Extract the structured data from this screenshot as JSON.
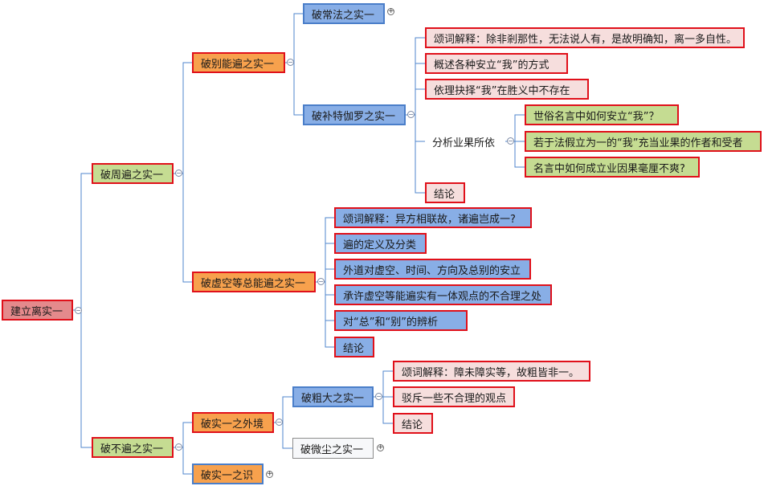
{
  "root": {
    "label": "建立离实一"
  },
  "branch_1": {
    "label": "破周遍之实一",
    "a": {
      "label": "破别能遍之实一",
      "a1": {
        "label": "破常法之实一"
      },
      "a2": {
        "label": "破补特伽罗之实一",
        "items": [
          "颂词解释：除非剎那性，无法说人有，是故明确知，离一多自性。",
          "概述各种安立“我”的方式",
          "依理抉择“我”在胜义中不存在"
        ],
        "analysis": {
          "label": "分析业果所依",
          "items": [
            "世俗名言中如何安立“我”？",
            "若于法假立为一的“我”充当业果的作者和受者",
            "名言中如何成立业因果毫厘不爽?"
          ]
        },
        "conclusion": "结论"
      }
    },
    "b": {
      "label": "破虚空等总能遍之实一",
      "items": [
        "颂词解释：异方相联故，诸遍岂成一?",
        "遍的定义及分类",
        "外道对虚空、时间、方向及总别的安立",
        "承许虚空等能遍实有一体观点的不合理之处",
        "对“总”和“别”的辨析",
        "结论"
      ]
    }
  },
  "branch_2": {
    "label": "破不遍之实一",
    "a": {
      "label": "破实一之外境",
      "a1": {
        "label": "破粗大之实一",
        "items": [
          "颂词解释：障未障实等，故粗皆非一。",
          "驳斥一些不合理的观点",
          "结论"
        ]
      },
      "a2": {
        "label": "破微尘之实一"
      }
    },
    "b": {
      "label": "破实一之识"
    }
  },
  "toggles": {
    "expanded": "−",
    "collapsed": "+"
  },
  "colors": {
    "connector": "#4f86cc",
    "border_red": "#e0101a",
    "border_blue": "#4a7ec9",
    "fill_root": "#e48a8c",
    "fill_green": "#c5dc92",
    "fill_orange": "#f7a14d",
    "fill_blue": "#88aee6",
    "fill_light": "#f6dedd"
  }
}
